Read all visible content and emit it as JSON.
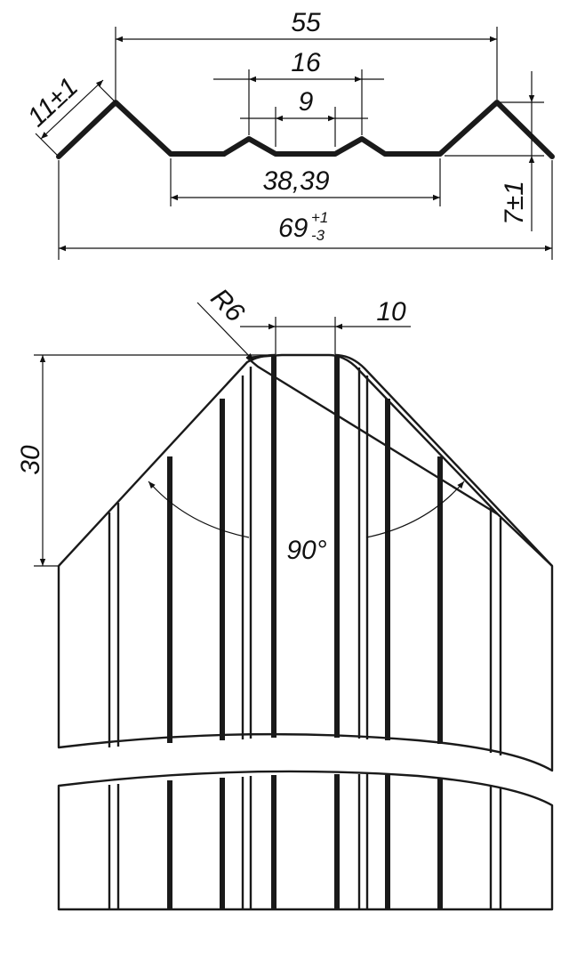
{
  "profile_dimensions": {
    "pitch": "55",
    "inner_width": "16",
    "inner_rib": "9",
    "crest_offset": "11±1",
    "valley_width": "38,39",
    "total_width_main": "69",
    "total_width_sup": "+1",
    "total_width_sub": "-3",
    "rib_height": "7±1"
  },
  "sheet_dimensions": {
    "radius": "R6",
    "top_flat": "10",
    "height": "30",
    "angle": "90°"
  },
  "colors": {
    "line": "#1a1a1a",
    "background": "#ffffff"
  }
}
